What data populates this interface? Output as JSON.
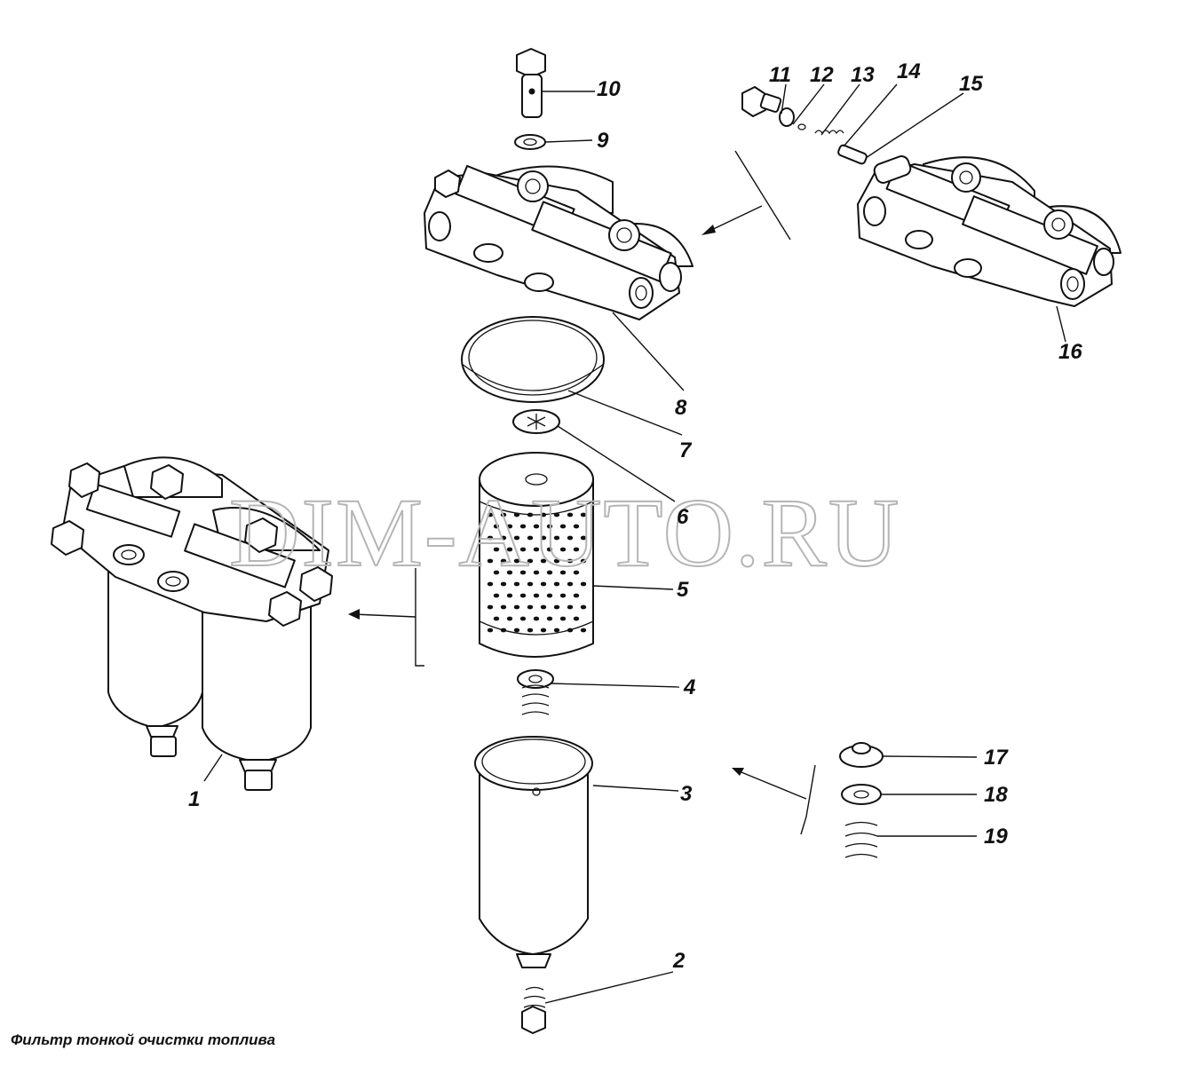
{
  "watermark": "DIM-AUTO.RU",
  "caption": "Фильтр тонкой очистки топлива",
  "callouts": [
    "1",
    "2",
    "3",
    "4",
    "5",
    "6",
    "7",
    "8",
    "9",
    "10",
    "11",
    "12",
    "13",
    "14",
    "15",
    "16",
    "17",
    "18",
    "19"
  ]
}
